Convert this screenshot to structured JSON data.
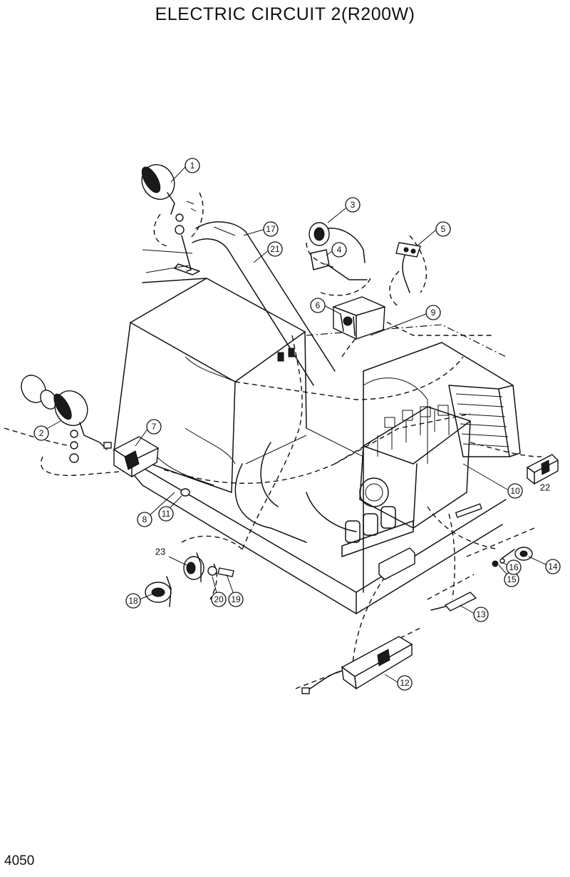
{
  "title": "ELECTRIC CIRCUIT 2(R200W)",
  "page_number": "4050",
  "callouts": [
    {
      "label": "1",
      "circled": true
    },
    {
      "label": "2",
      "circled": true
    },
    {
      "label": "3",
      "circled": true
    },
    {
      "label": "4",
      "circled": true
    },
    {
      "label": "5",
      "circled": true
    },
    {
      "label": "6",
      "circled": true
    },
    {
      "label": "7",
      "circled": true
    },
    {
      "label": "8",
      "circled": true
    },
    {
      "label": "9",
      "circled": true
    },
    {
      "label": "10",
      "circled": true
    },
    {
      "label": "11",
      "circled": true
    },
    {
      "label": "12",
      "circled": true
    },
    {
      "label": "13",
      "circled": true
    },
    {
      "label": "14",
      "circled": true
    },
    {
      "label": "15",
      "circled": true
    },
    {
      "label": "16",
      "circled": true
    },
    {
      "label": "17",
      "circled": true
    },
    {
      "label": "18",
      "circled": true
    },
    {
      "label": "19",
      "circled": true
    },
    {
      "label": "20",
      "circled": true
    },
    {
      "label": "21",
      "circled": true
    },
    {
      "label": "22",
      "circled": false
    },
    {
      "label": "23",
      "circled": false
    }
  ]
}
